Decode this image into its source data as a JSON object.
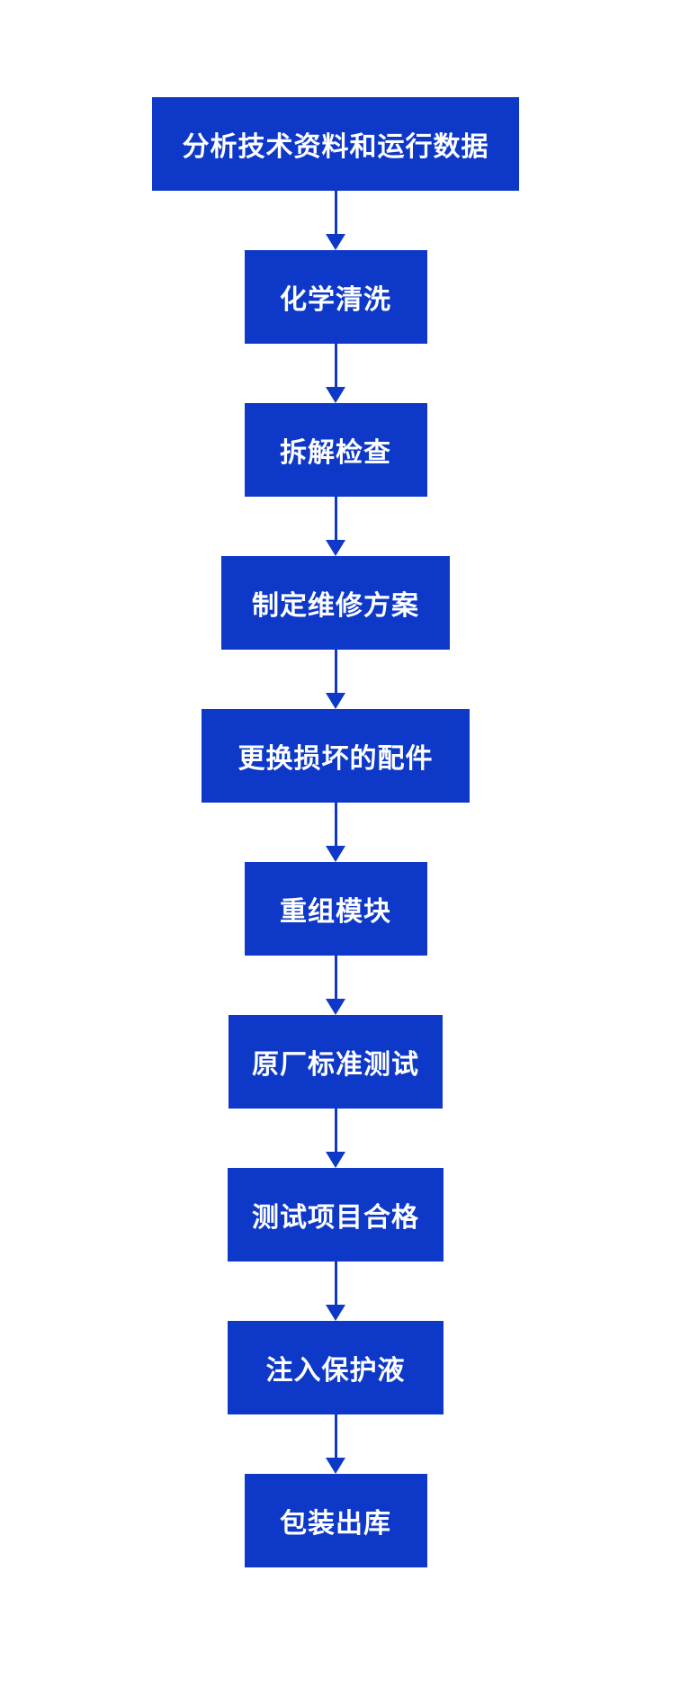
{
  "diagram": {
    "type": "flowchart",
    "orientation": "vertical",
    "steps": [
      {
        "id": 1,
        "label": "分析技术资料和运行数据"
      },
      {
        "id": 2,
        "label": "化学清洗"
      },
      {
        "id": 3,
        "label": "拆解检查"
      },
      {
        "id": 4,
        "label": "制定维修方案"
      },
      {
        "id": 5,
        "label": "更换损坏的配件"
      },
      {
        "id": 6,
        "label": "重组模块"
      },
      {
        "id": 7,
        "label": "原厂标准测试"
      },
      {
        "id": 8,
        "label": "测试项目合格"
      },
      {
        "id": 9,
        "label": "注入保护液"
      },
      {
        "id": 10,
        "label": "包装出库"
      }
    ],
    "connections": [
      {
        "from": 1,
        "to": 2
      },
      {
        "from": 2,
        "to": 3
      },
      {
        "from": 3,
        "to": 4
      },
      {
        "from": 4,
        "to": 5
      },
      {
        "from": 5,
        "to": 6
      },
      {
        "from": 6,
        "to": 7
      },
      {
        "from": 7,
        "to": 8
      },
      {
        "from": 8,
        "to": 9
      },
      {
        "from": 9,
        "to": 10
      }
    ]
  },
  "colors": {
    "node_fill": "#0d38c8",
    "node_text": "#ffffff",
    "arrow": "#0d38c8",
    "background": "#ffffff"
  }
}
